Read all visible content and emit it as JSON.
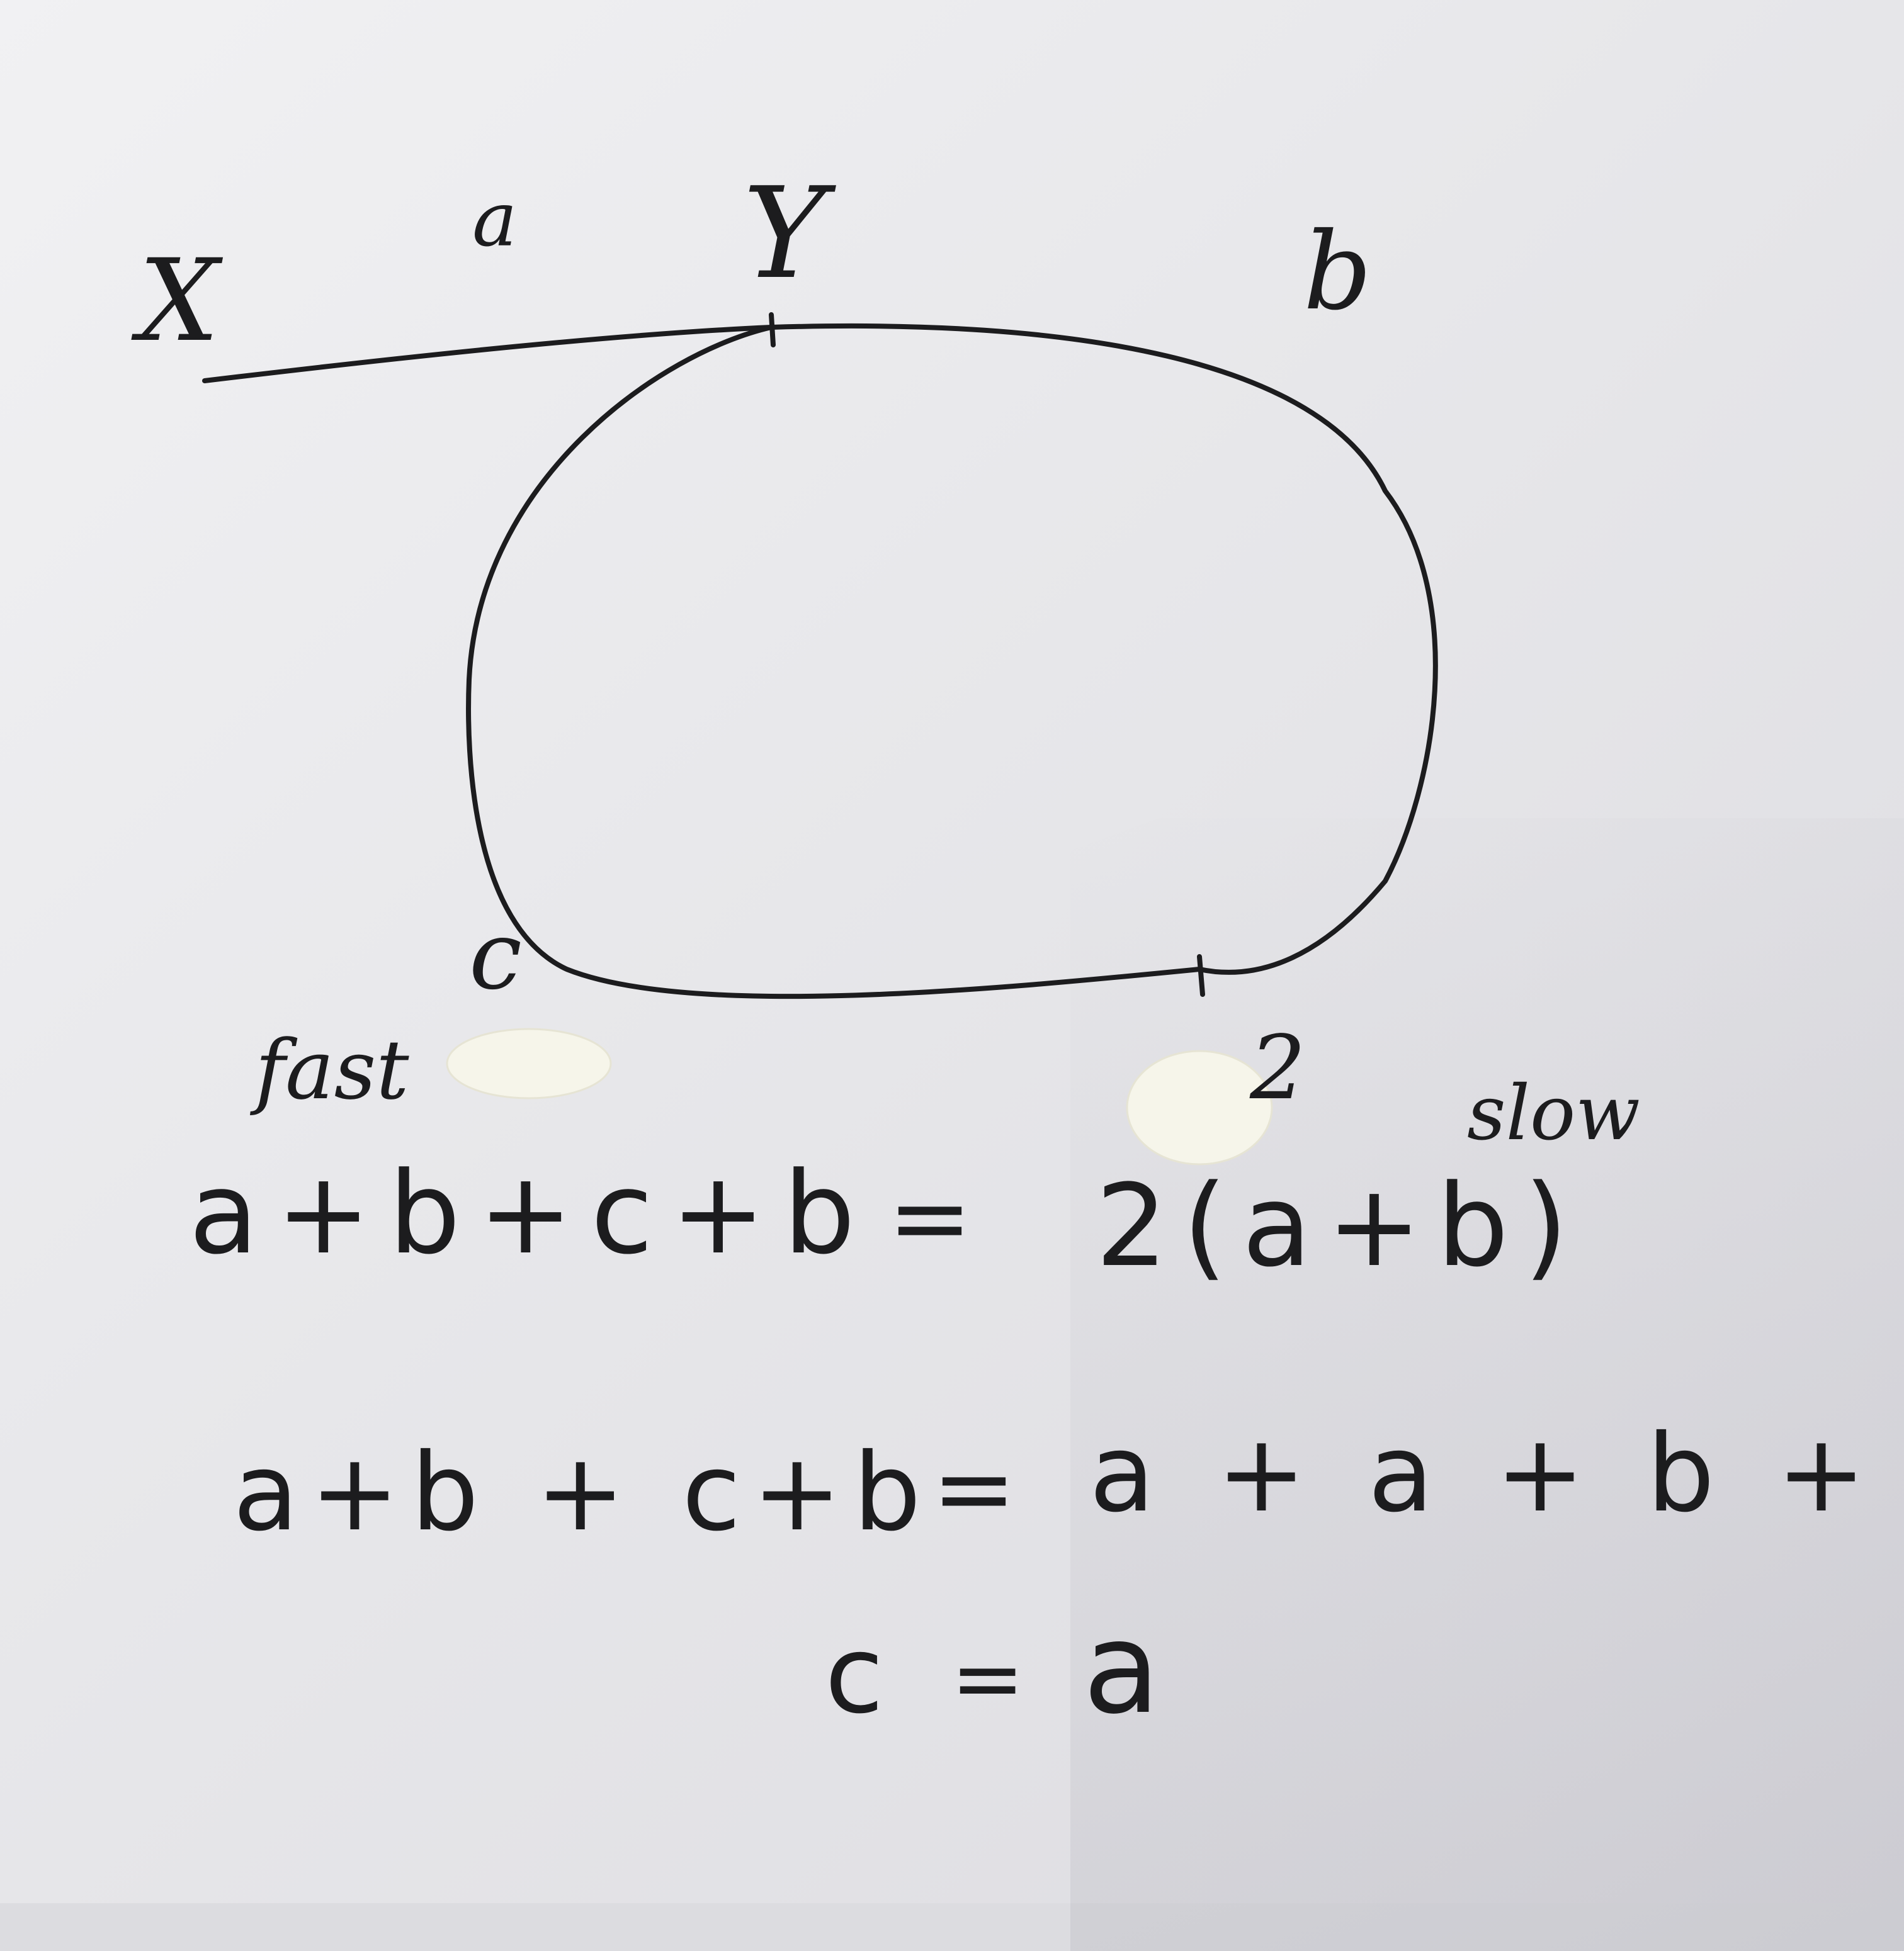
{
  "diagram": {
    "points": {
      "x_label": "X",
      "y_label": "Y"
    },
    "segments": {
      "a_label": "a",
      "b_label": "b",
      "c_label": "c"
    },
    "pointers": {
      "fast_label": "fast",
      "slow_label": "slow",
      "slow_marker": "2"
    }
  },
  "equations": {
    "line1_left": "a+b+c+b",
    "line1_eq": "=",
    "line1_right": "2(a+b)",
    "line2_left": "a+b + c+b",
    "line2_eq": "=",
    "line2_right": "a + a + b + b",
    "line3_left": "c",
    "line3_eq": "=",
    "line3_right": "a"
  },
  "colors": {
    "ink": "#1c1c1e",
    "paper": "#ececef",
    "correction_fluid": "#f6f5ea"
  }
}
